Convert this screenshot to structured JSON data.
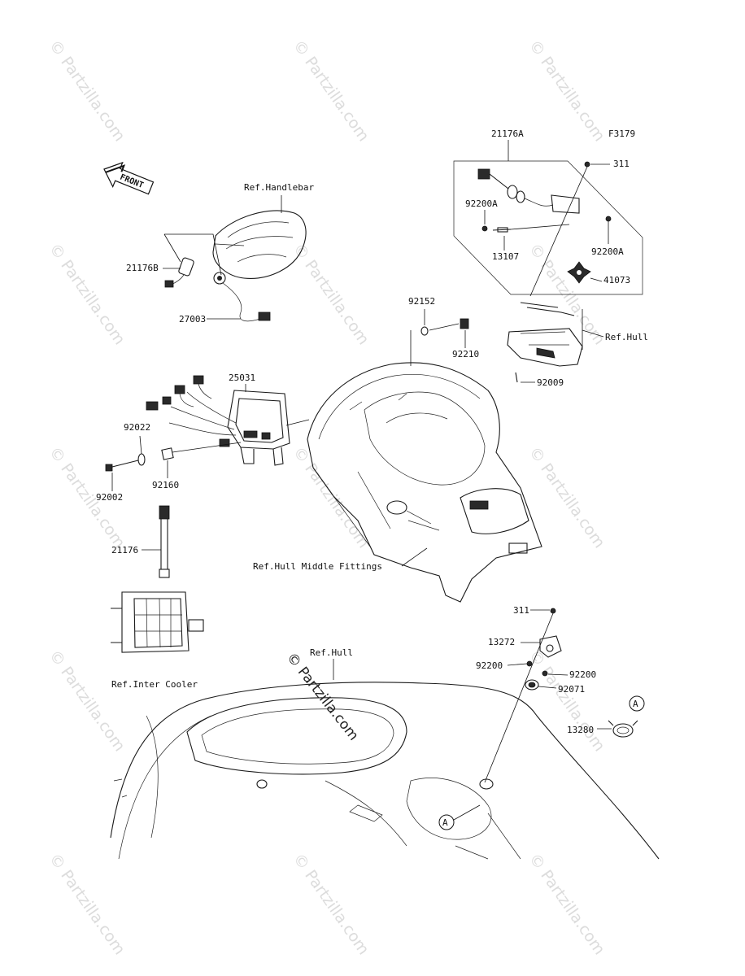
{
  "figure_code": "F3179",
  "front_arrow_label": "FRONT",
  "watermark": "© Partzilla.com",
  "center_watermark": "© Partzilla.com",
  "callouts": {
    "a_21176A": "21176A",
    "a_311_top": "311",
    "a_92200A_left": "92200A",
    "a_92200A_right": "92200A",
    "a_13107": "13107",
    "a_41073": "41073",
    "a_ref_hull_top": "Ref.Hull",
    "a_92009": "92009",
    "a_92152": "92152",
    "a_92210": "92210",
    "a_ref_handlebar": "Ref.Handlebar",
    "a_21176B": "21176B",
    "a_27003": "27003",
    "a_25031": "25031",
    "a_92022": "92022",
    "a_92002": "92002",
    "a_92160": "92160",
    "a_21176": "21176",
    "a_ref_hull_middle": "Ref.Hull Middle Fittings",
    "a_ref_inter_cooler": "Ref.Inter Cooler",
    "a_ref_hull_bottom": "Ref.Hull",
    "a_311_bottom": "311",
    "a_13272": "13272",
    "a_92200_left": "92200",
    "a_92200_right": "92200",
    "a_92071": "92071",
    "a_13280": "13280",
    "a_marker_A_right": "A",
    "a_marker_A_bottom": "A"
  }
}
